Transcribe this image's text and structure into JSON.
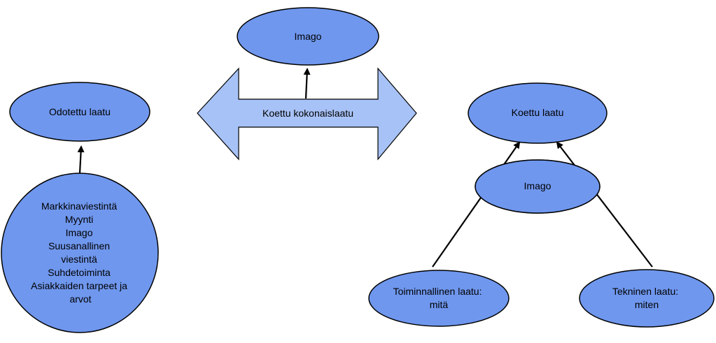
{
  "diagram": {
    "center_arrow": {
      "label": "Koettu kokonaislaatu"
    },
    "nodes": {
      "top_imago": {
        "label": "Imago"
      },
      "odotettu": {
        "label": "Odotettu laatu"
      },
      "sources": {
        "lines": [
          "Markkinaviestintä",
          "Myynti",
          "Imago",
          "Suusanallinen",
          "viestintä",
          "Suhdetoiminta",
          "Asiakkaiden tarpeet ja",
          "arvot"
        ]
      },
      "koettu": {
        "label": "Koettu laatu"
      },
      "right_imago": {
        "label": "Imago"
      },
      "toiminnallinen": {
        "lines": [
          "Toiminnallinen laatu:",
          "mitä"
        ]
      },
      "tekninen": {
        "lines": [
          "Tekninen laatu:",
          "miten"
        ]
      }
    },
    "colors": {
      "node_fill": "#6f97ee",
      "arrow_fill": "#a7c2f6",
      "stroke": "#000000"
    }
  }
}
